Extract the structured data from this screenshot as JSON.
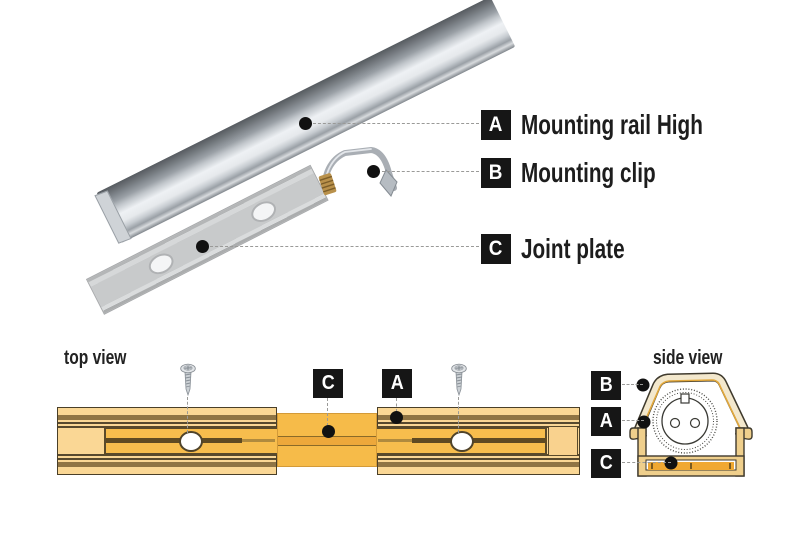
{
  "legend": {
    "items": [
      {
        "key": "A",
        "label": "Mounting rail High"
      },
      {
        "key": "B",
        "label": "Mounting clip"
      },
      {
        "key": "C",
        "label": "Joint plate"
      }
    ]
  },
  "top_view": {
    "title": "top view",
    "markers": [
      {
        "letter": "C"
      },
      {
        "letter": "A"
      }
    ]
  },
  "side_view": {
    "title": "side view",
    "markers": [
      {
        "letter": "B"
      },
      {
        "letter": "A"
      },
      {
        "letter": "C"
      }
    ]
  },
  "colors": {
    "marker_bg": "#161616",
    "marker_text": "#ffffff",
    "rail_light_tan": "#FAD795",
    "rail_inner_orange": "#F7BD4D",
    "joint_orange": "#F6BB49",
    "plate_accent_orange": "#F0A832",
    "stripe_brown": "#8F7444",
    "outline_dark": "#4a3f28",
    "metal_silver": "#d6dadf",
    "leader_gray": "#9a9a98"
  }
}
